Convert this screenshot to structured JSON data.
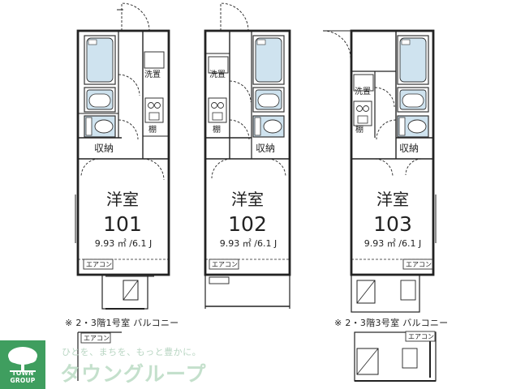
{
  "units": [
    {
      "room": "洋室",
      "number": "101",
      "area": "9.93 ㎡ /6.1 J",
      "aircon": "エアコン",
      "storage": "収納",
      "laundry": "洗置",
      "shelf": "棚"
    },
    {
      "room": "洋室",
      "number": "102",
      "area": "9.93 ㎡ /6.1 J",
      "aircon": "エアコン",
      "storage": "収納",
      "laundry": "洗置",
      "shelf": "棚"
    },
    {
      "room": "洋室",
      "number": "103",
      "area": "9.93 ㎡ /6.1 J",
      "aircon": "エアコン",
      "storage": "収納",
      "laundry": "洗置",
      "shelf": "棚"
    }
  ],
  "notes": {
    "balcony_1": "※ 2・3階1号室 バルコニー",
    "balcony_3": "※ 2・3階3号室 バルコニー",
    "aircon_1": "エアコン",
    "aircon_3": "エアコン"
  },
  "logo": {
    "company": "TOWN GROUP",
    "slogan": "ひとを、まちを、もっと豊かに。",
    "brand": "タウングループ",
    "color": "#3f9e5f"
  }
}
